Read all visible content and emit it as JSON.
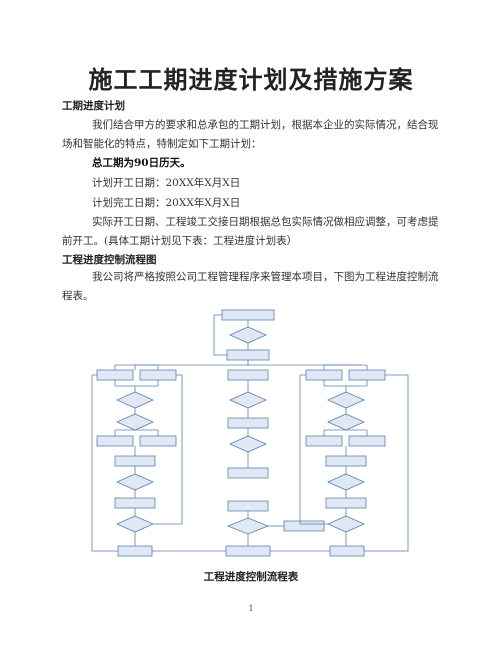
{
  "doc": {
    "title": "施工工期进度计划及措施方案",
    "section1": {
      "heading": "工期进度计划",
      "intro": "我们结合甲方的要求和总承包的工期计划，根据本企业的实际情况，结合现场和智能化的特点，特制定如下工期计划：",
      "total": "总工期为90日历天。",
      "start": "计划开工日期：20XX年X月X日",
      "end": "计划完工日期：20XX年X月X日",
      "note": "实际开工日期、工程竣工交接日期根据总包实际情况做相应调整，可考虑提前开工。(具体工期计划见下表：工程进度计划表）"
    },
    "section2": {
      "heading": "工程进度控制流程图",
      "intro": "我公司将严格按照公司工程管理程序来管理本项目，下图为工程进度控制流程表。"
    },
    "caption": "工程进度控制流程表",
    "page_number": "1"
  }
}
